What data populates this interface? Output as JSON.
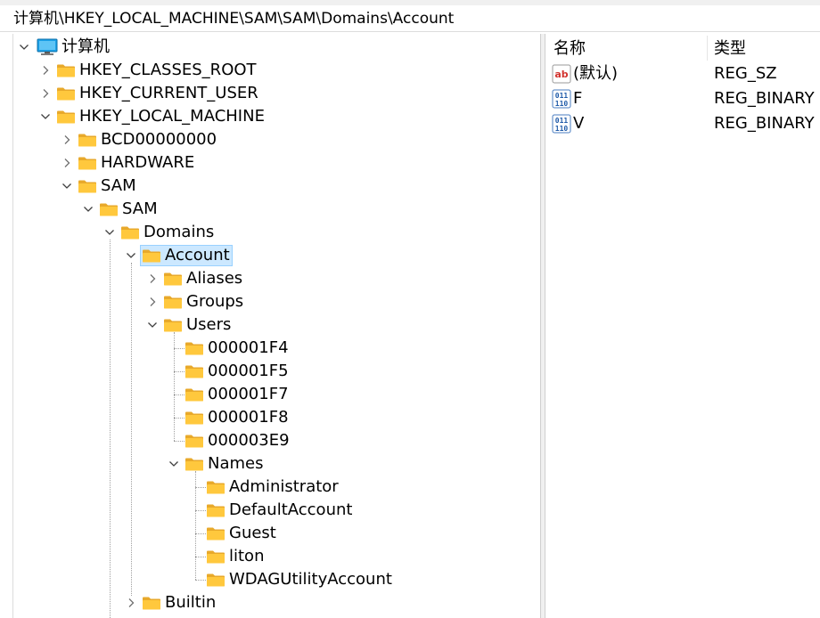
{
  "address_path": "计算机\\HKEY_LOCAL_MACHINE\\SAM\\SAM\\Domains\\Account",
  "tree": {
    "root_label": "计算机",
    "nodes": [
      {
        "label": "HKEY_CLASSES_ROOT",
        "expanded": false,
        "has_children": true
      },
      {
        "label": "HKEY_CURRENT_USER",
        "expanded": false,
        "has_children": true
      },
      {
        "label": "HKEY_LOCAL_MACHINE",
        "expanded": true,
        "has_children": true
      },
      {
        "label": "BCD00000000",
        "expanded": false,
        "has_children": true
      },
      {
        "label": "HARDWARE",
        "expanded": false,
        "has_children": true
      },
      {
        "label": "SAM",
        "expanded": true,
        "has_children": true
      },
      {
        "label": "SAM",
        "expanded": true,
        "has_children": true
      },
      {
        "label": "Domains",
        "expanded": true,
        "has_children": true
      },
      {
        "label": "Account",
        "expanded": true,
        "has_children": true,
        "selected": true
      },
      {
        "label": "Aliases",
        "expanded": false,
        "has_children": true
      },
      {
        "label": "Groups",
        "expanded": false,
        "has_children": true
      },
      {
        "label": "Users",
        "expanded": true,
        "has_children": true
      },
      {
        "label": "000001F4",
        "has_children": false
      },
      {
        "label": "000001F5",
        "has_children": false
      },
      {
        "label": "000001F7",
        "has_children": false
      },
      {
        "label": "000001F8",
        "has_children": false
      },
      {
        "label": "000003E9",
        "has_children": false
      },
      {
        "label": "Names",
        "expanded": true,
        "has_children": true
      },
      {
        "label": "Administrator",
        "has_children": false
      },
      {
        "label": "DefaultAccount",
        "has_children": false
      },
      {
        "label": "Guest",
        "has_children": false
      },
      {
        "label": "liton",
        "has_children": false
      },
      {
        "label": "WDAGUtilityAccount",
        "has_children": false
      },
      {
        "label": "Builtin",
        "expanded": false,
        "has_children": true
      }
    ]
  },
  "list": {
    "columns": {
      "name": "名称",
      "type": "类型"
    },
    "values": [
      {
        "name": "(默认)",
        "type": "REG_SZ",
        "icon": "string-value-icon"
      },
      {
        "name": "F",
        "type": "REG_BINARY",
        "icon": "binary-value-icon"
      },
      {
        "name": "V",
        "type": "REG_BINARY",
        "icon": "binary-value-icon"
      }
    ]
  },
  "colors": {
    "folder": "#ffc83d",
    "folder_tab": "#e8a92b",
    "selection": "#cce8ff",
    "selection_border": "#99d1ff",
    "computer": "#1aa0e8"
  }
}
